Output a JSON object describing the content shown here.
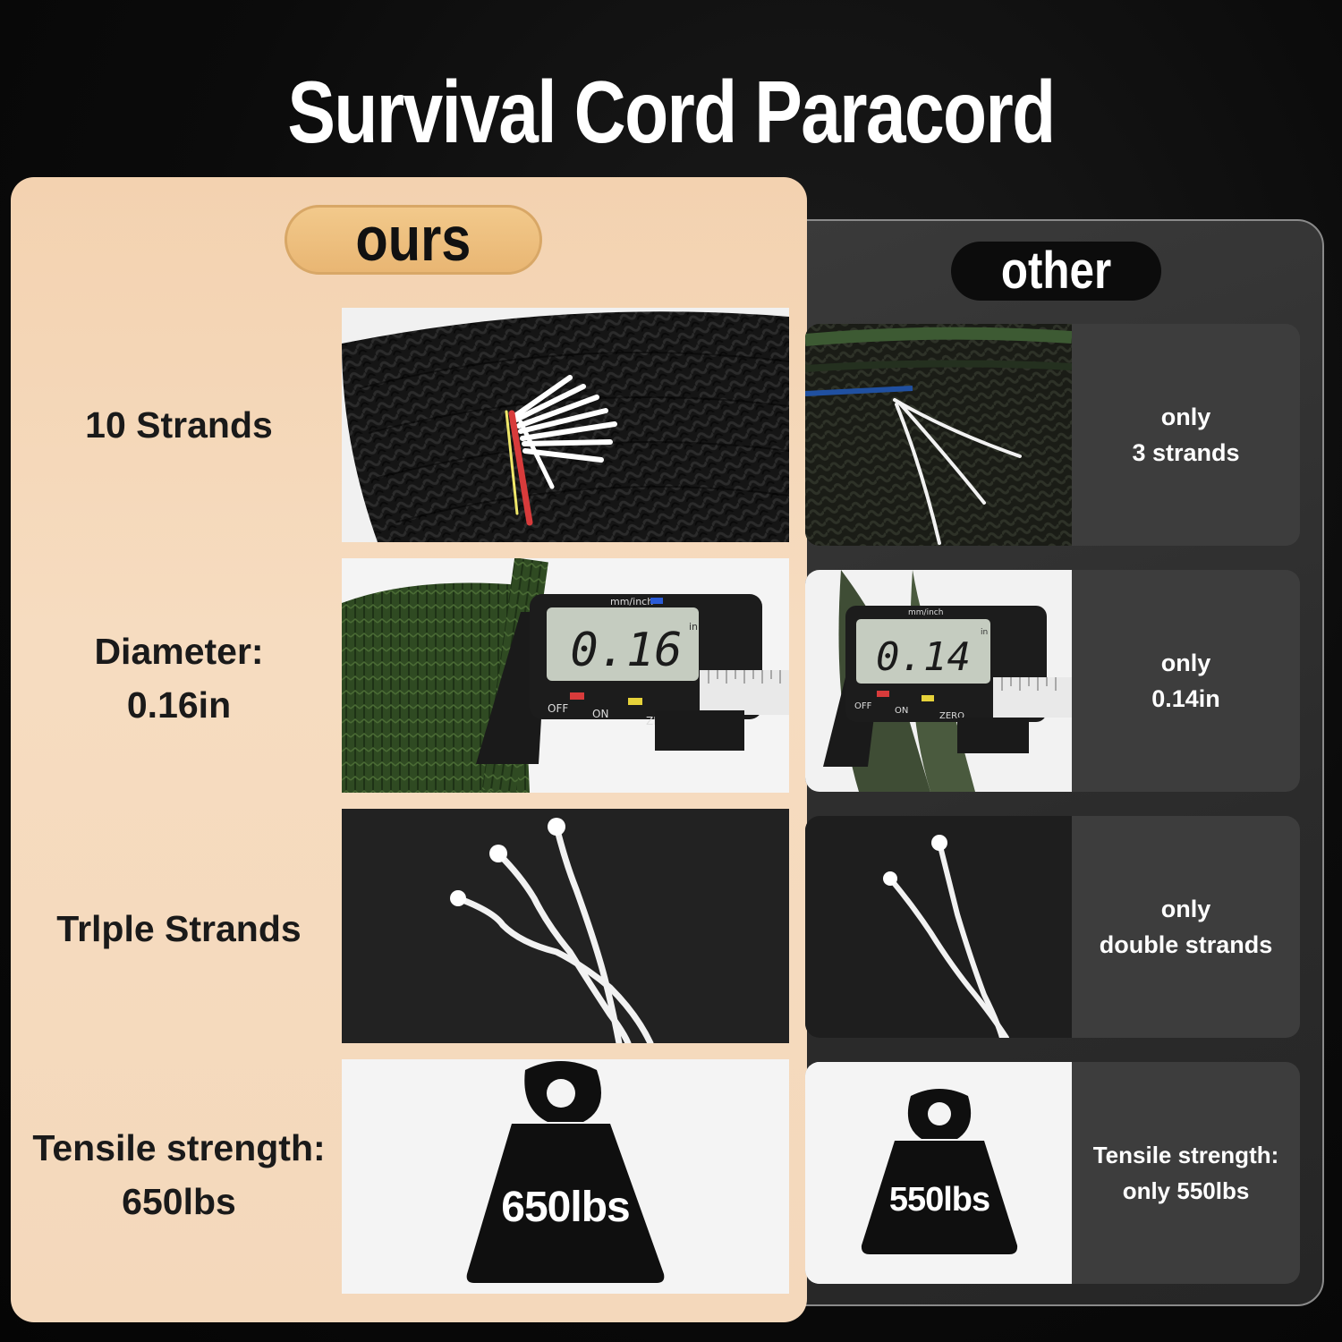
{
  "title": "Survival Cord Paracord",
  "ours": {
    "badge": "ours",
    "rows": [
      {
        "label_line1": "10 Strands",
        "label_line2": ""
      },
      {
        "label_line1": "Diameter:",
        "label_line2": "0.16in",
        "caliper_reading": "0.16",
        "caliper_unit": "in"
      },
      {
        "label_line1": "Trlple Strands",
        "label_line2": ""
      },
      {
        "label_line1": "Tensile strength:",
        "label_line2": "650lbs",
        "weight_label": "650lbs"
      }
    ]
  },
  "other": {
    "badge": "other",
    "rows": [
      {
        "line1": "only",
        "line2": "3 strands"
      },
      {
        "line1": "only",
        "line2": "0.14in",
        "caliper_reading": "0.14",
        "caliper_unit": "in"
      },
      {
        "line1": "only",
        "line2": "double strands"
      },
      {
        "line1": "Tensile strength:",
        "line2": "only 550lbs",
        "weight_label": "550lbs"
      }
    ]
  },
  "caliper": {
    "mode_label": "mm/inch",
    "off_label": "OFF",
    "on_label": "ON",
    "zero_label": "ZERO"
  },
  "colors": {
    "ours_panel": "#f4d6b7",
    "ours_badge": "#eebf7f",
    "other_panel": "#2e2e2e",
    "other_badge": "#0c0c0c"
  }
}
